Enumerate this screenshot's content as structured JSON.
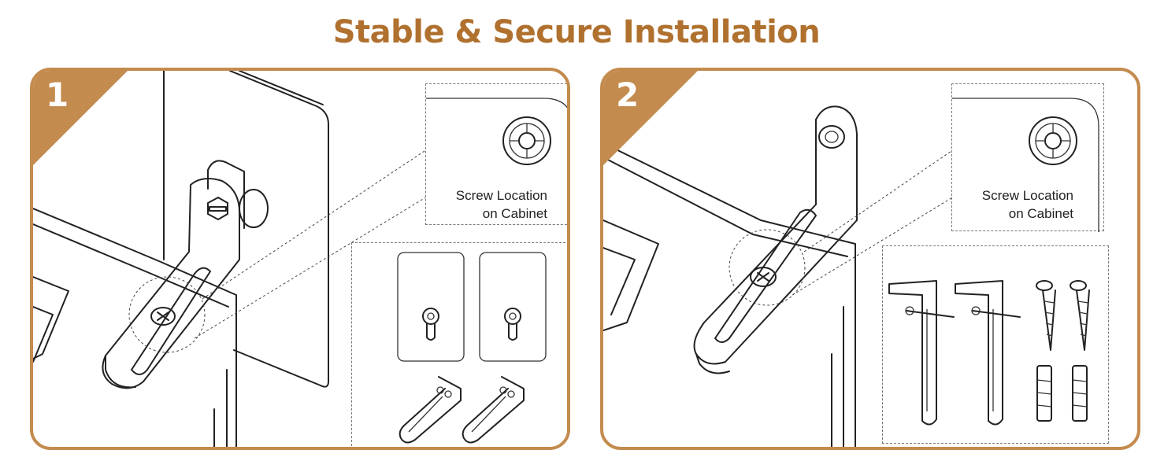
{
  "title": "Stable & Secure Installation",
  "colors": {
    "accent": "#c48b4e",
    "title": "#b0712f"
  },
  "steps": [
    {
      "number": "1",
      "callout_line1": "Screw Location",
      "callout_line2": "on  Cabinet"
    },
    {
      "number": "2",
      "callout_line1": "Screw Location",
      "callout_line2": "on  Cabinet"
    }
  ]
}
